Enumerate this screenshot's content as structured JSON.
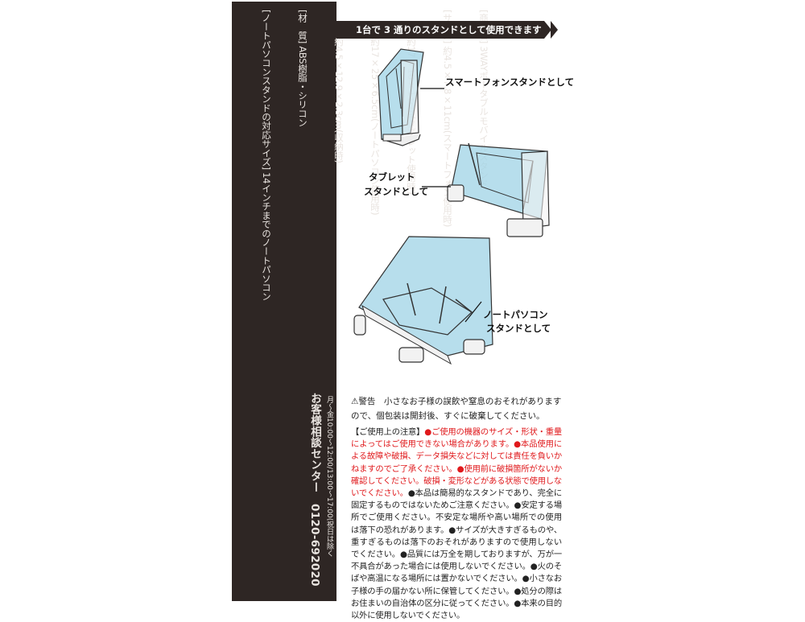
{
  "colors": {
    "dark": "#2e2624",
    "accent_red": "#e0191c",
    "screen_blue": "#9fd3e6"
  },
  "spec": {
    "line1": "[商品名] 3WAYポータブルモバイルスタンド",
    "line2": "[サイズ] 約4.5×7.8×11cm(スマートフォン使用時)",
    "line3": "約17×10×11cm(タブレット使用時)",
    "line4": "約17×25×6.5cm(ノートパソコン使用時)",
    "line5": "約4.5×12.9×2.3cm(収納時)",
    "line6": "[材　質] ABS樹脂・シリコン",
    "line7": "[ノートパソコンスタンドの対応サイズ] 14インチまでのノートパソコン"
  },
  "support": {
    "title": "お客様相談センター　0120-692020",
    "hours": "月～金10:00～12:00/13:00～17:00(祝日は除く"
  },
  "banner": {
    "text": "1台で 3 通りのスタンドとして使用できます"
  },
  "modes": {
    "phone": "スマートフォンスタンドとして",
    "tablet_1": "タブレット",
    "tablet_2": "スタンドとして",
    "laptop_1": "ノートパソコン",
    "laptop_2": "スタンドとして"
  },
  "warning": {
    "text": "⚠警告　小さなお子様の誤飲や窒息のおそれがありますので、個包装は開封後、すぐに破棄してください。"
  },
  "notes": {
    "head": "【ご使用上の注意】",
    "red": "●ご使用の機器のサイズ・形状・重量によってはご使用できない場合があります。●本品使用による故障や破損、データ損失などに対しては責任を負いかねますのでご了承ください。●使用前に破損箇所がないか確認してください。破損・変形などがある状態で使用しないでください。",
    "black": "●本品は簡易的なスタンドであり、完全に固定するものではないためご注意ください。●安定する場所でご使用ください。不安定な場所や高い場所での使用は落下の恐れがあります。●サイズが大きすぎるものや、重すぎるものは落下のおそれがありますので使用しないでください。●品質には万全を期しておりますが、万が一不具合があった場合には使用しないでください。●火のそばや高温になる場所には置かないでください。●小さなお子様の手の届かない所に保管してください。●処分の際はお住まいの自治体の区分に従ってください。●本来の目的以外に使用しないでください。"
  }
}
